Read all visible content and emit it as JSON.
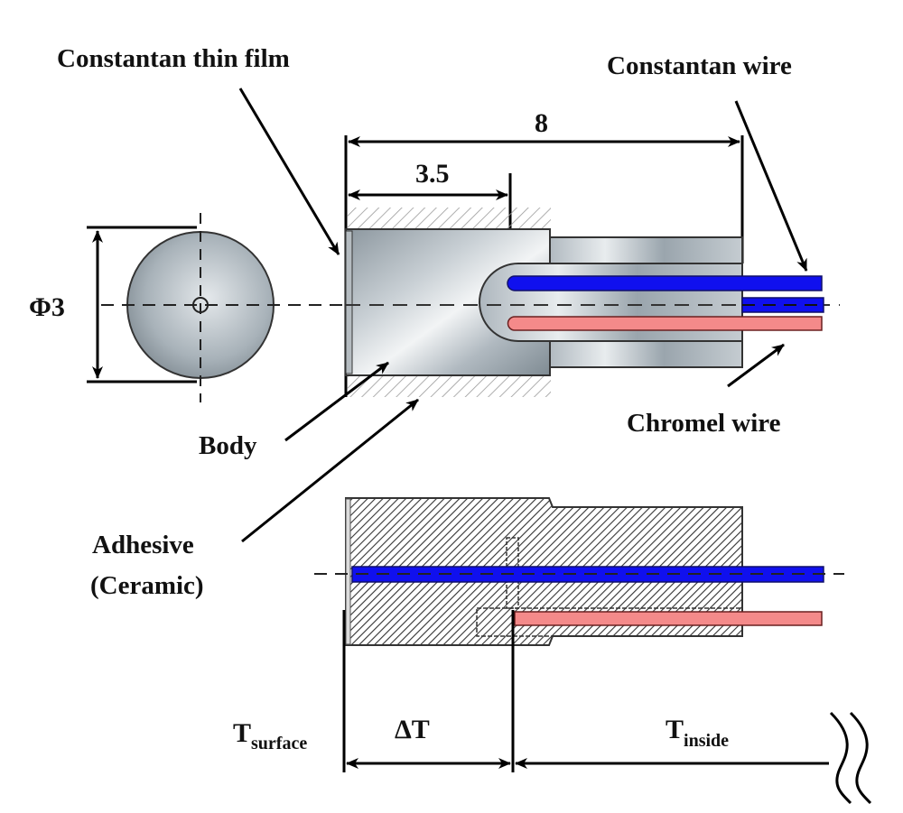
{
  "figure": {
    "type": "thermocouple sensor schematic",
    "labels": {
      "constantan_film": "Constantan thin film",
      "constantan_wire": "Constantan wire",
      "chromel_wire": "Chromel wire",
      "body": "Body",
      "adhesive_line1": "Adhesive",
      "adhesive_line2": "(Ceramic)",
      "diameter": "Φ3",
      "length_total": "8",
      "length_body": "3.5",
      "t_surface_main": "T",
      "t_surface_sub": "surface",
      "delta_t": "ΔT",
      "t_inside_main": "T",
      "t_inside_sub": "inside"
    },
    "dimensions": {
      "diameter_mm": 3,
      "total_length_mm": 8,
      "body_length_mm": 3.5
    },
    "colors": {
      "constantan_wire": "#1010ee",
      "chromel_wire": "#f48a8a",
      "metal_dark": "#8a949c",
      "metal_light": "#eef1f3",
      "line": "#000000",
      "hatch": "#333333"
    },
    "icons": {
      "break_symbol": "double-wavy-break"
    }
  }
}
